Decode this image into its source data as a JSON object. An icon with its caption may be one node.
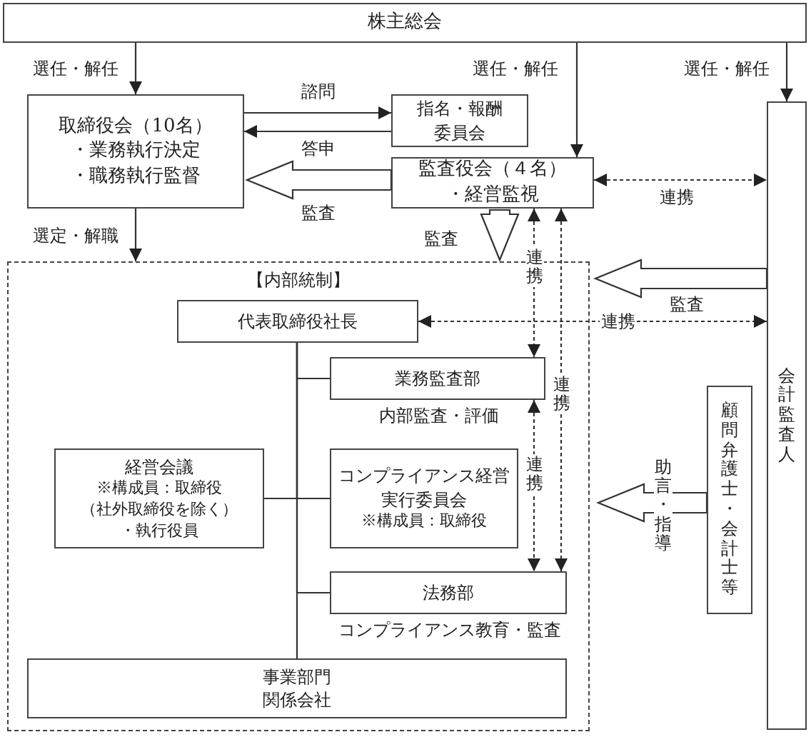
{
  "diagram": {
    "nodes": [
      {
        "text": [
          "株主総会"
        ]
      },
      {
        "text": [
          "取締役会（10名）",
          "・業務執行決定",
          "・職務執行監督"
        ]
      },
      {
        "text": [
          "指名・報酬委員会"
        ]
      },
      {
        "text": [
          "監査役会（４名）",
          "・経営監視"
        ]
      },
      {
        "text": [
          "会計監査人"
        ]
      },
      {
        "text": [
          "【内部統制】"
        ]
      },
      {
        "text": [
          "代表取締役社長"
        ],
        "in": 5
      },
      {
        "text": [
          "業務監査部"
        ],
        "beside": [
          "内部監査・評価"
        ],
        "in": 5
      },
      {
        "text": [
          "経営会議",
          "※構成員：取締役",
          "（社外取締役を除く）",
          "・執行役員"
        ],
        "in": 5
      },
      {
        "text": [
          "コンプライアンス経営実行委員会",
          "※構成員：取締役"
        ],
        "in": 5
      },
      {
        "text": [
          "法務部"
        ],
        "beside": [
          "コンプライアンス教育・監査"
        ],
        "in": 5
      },
      {
        "text": [
          "事業部門関係会社"
        ],
        "in": 5
      },
      {
        "text": [
          "顧問弁護士・会計士等"
        ]
      }
    ],
    "edges": [
      {
        "from": 0,
        "to": 1,
        "arrow": "to",
        "label": "選任・解任"
      },
      {
        "from": 0,
        "to": 3,
        "arrow": "to",
        "label": "選任・解任"
      },
      {
        "from": 0,
        "to": 4,
        "arrow": "to",
        "label": "選任・解任"
      },
      {
        "from": 1,
        "to": 2,
        "arrow": "to",
        "label": "諮問"
      },
      {
        "from": 2,
        "to": 1,
        "arrow": "to",
        "label": "答申"
      },
      {
        "from": 3,
        "to": 1,
        "arrow": "to",
        "label": "監査",
        "style": "thick"
      },
      {
        "from": 3,
        "to": 4,
        "arrow": "both",
        "label": "連携",
        "style": "dashed"
      },
      {
        "from": 1,
        "to": 5,
        "arrow": "to",
        "label": "選定・解職"
      },
      {
        "from": 3,
        "to": 5,
        "arrow": "to",
        "label": "監査",
        "style": "thick"
      },
      {
        "from": 4,
        "to": 5,
        "arrow": "to",
        "label": "監査",
        "style": "thick"
      },
      {
        "from": 6,
        "to": 4,
        "arrow": "both",
        "label": "連携",
        "style": "dashed"
      },
      {
        "from": 3,
        "to": 7,
        "arrow": "both",
        "label": "連携",
        "style": "dashed"
      },
      {
        "from": 3,
        "to": 10,
        "arrow": "both",
        "label": "連携",
        "style": "dashed"
      },
      {
        "from": 7,
        "to": 10,
        "arrow": "both",
        "label": "連携",
        "style": "dashed"
      },
      {
        "from": 12,
        "to": 5,
        "arrow": "to",
        "label": "助言・指導",
        "style": "thick"
      },
      {
        "from": 6,
        "to": 7,
        "arrow": "none"
      },
      {
        "from": 6,
        "to": 8,
        "arrow": "none"
      },
      {
        "from": 6,
        "to": 9,
        "arrow": "none"
      },
      {
        "from": 6,
        "to": 10,
        "arrow": "none"
      },
      {
        "from": 6,
        "to": 11,
        "arrow": "none"
      }
    ]
  }
}
